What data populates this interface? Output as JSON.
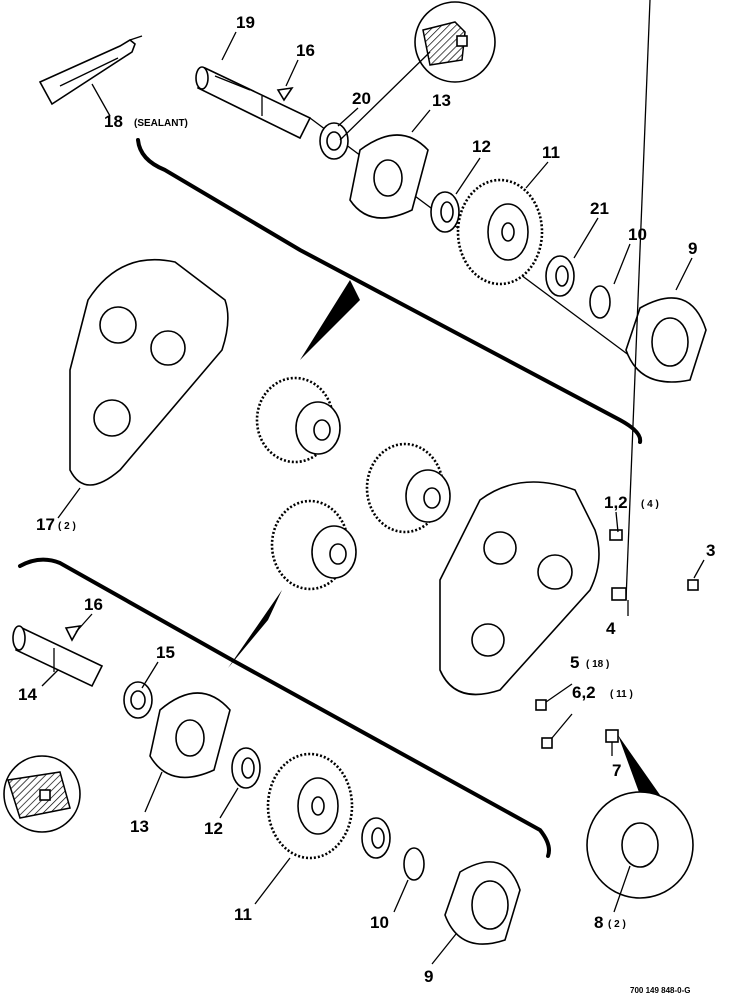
{
  "callouts": {
    "c19": "19",
    "c16a": "16",
    "c18": "18",
    "c18_note": "(SEALANT)",
    "c20": "20",
    "c13a": "13",
    "c12a": "12",
    "c11a": "11",
    "c21": "21",
    "c10a": "10",
    "c9a": "9",
    "c17": "17",
    "c17_qty": "( 2 )",
    "c1_2": "1,2",
    "c1_2_qty": "( 4 )",
    "c3": "3",
    "c4": "4",
    "c5": "5",
    "c5_qty": "( 18 )",
    "c6_2": "6,2",
    "c6_2_qty": "( 11 )",
    "c7": "7",
    "c16b": "16",
    "c15": "15",
    "c14": "14",
    "c13b": "13",
    "c12b": "12",
    "c11b": "11",
    "c10b": "10",
    "c9b": "9",
    "c8": "8",
    "c8_qty": "( 2 )"
  },
  "drawing_number": "700 149 848-0-G"
}
